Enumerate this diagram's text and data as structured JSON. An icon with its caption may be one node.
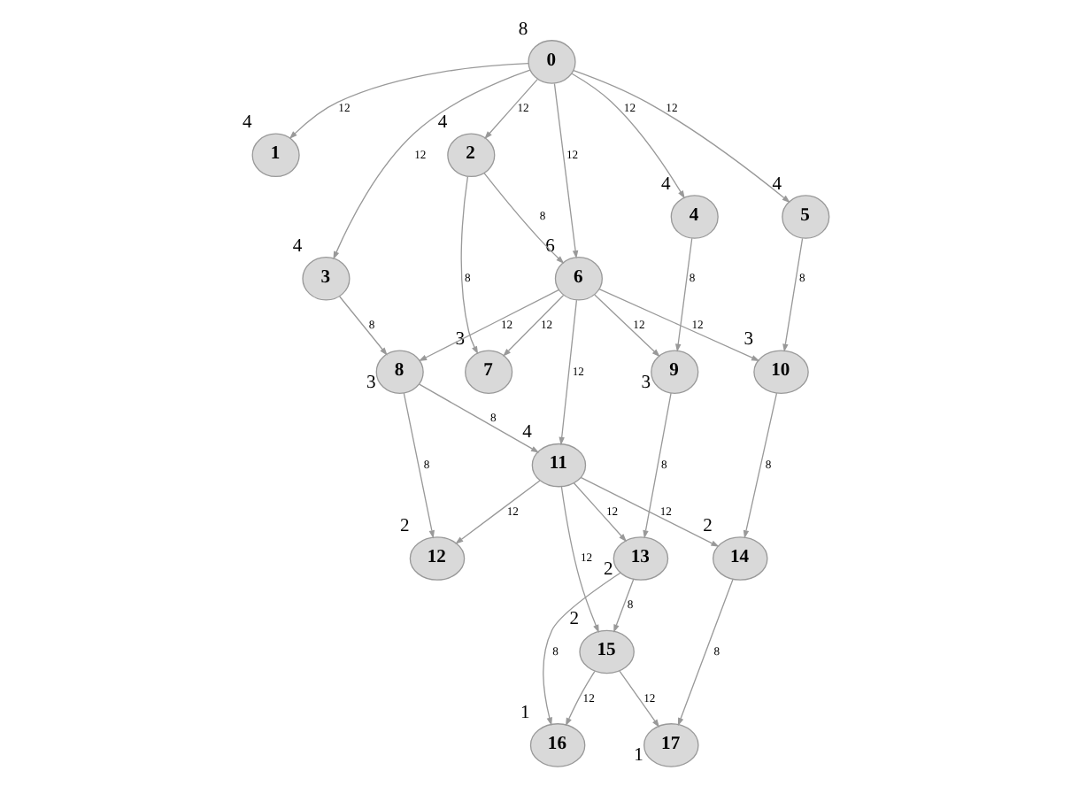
{
  "diagram": {
    "nodes": [
      {
        "text": [
          "0"
        ],
        "beside": [
          "8"
        ]
      },
      {
        "text": [
          "1"
        ],
        "beside": [
          "4"
        ]
      },
      {
        "text": [
          "2"
        ],
        "beside": [
          "4"
        ]
      },
      {
        "text": [
          "3"
        ],
        "beside": [
          "4"
        ]
      },
      {
        "text": [
          "4"
        ],
        "beside": [
          "4"
        ]
      },
      {
        "text": [
          "5"
        ],
        "beside": [
          "4"
        ]
      },
      {
        "text": [
          "6"
        ],
        "beside": [
          "6"
        ]
      },
      {
        "text": [
          "7"
        ],
        "beside": [
          "3"
        ]
      },
      {
        "text": [
          "8"
        ],
        "beside": [
          "3"
        ]
      },
      {
        "text": [
          "9"
        ],
        "beside": [
          "3"
        ]
      },
      {
        "text": [
          "10"
        ],
        "beside": [
          "3"
        ]
      },
      {
        "text": [
          "11"
        ],
        "beside": [
          "4"
        ]
      },
      {
        "text": [
          "12"
        ],
        "beside": [
          "2"
        ]
      },
      {
        "text": [
          "13"
        ],
        "beside": [
          "2"
        ]
      },
      {
        "text": [
          "14"
        ],
        "beside": [
          "2"
        ]
      },
      {
        "text": [
          "15"
        ],
        "beside": [
          "2"
        ]
      },
      {
        "text": [
          "16"
        ],
        "beside": [
          "1"
        ]
      },
      {
        "text": [
          "17"
        ],
        "beside": [
          "1"
        ]
      }
    ],
    "edges": [
      {
        "from": 0,
        "to": 1,
        "arrow": "to",
        "label": "12"
      },
      {
        "from": 0,
        "to": 2,
        "arrow": "to",
        "label": "12"
      },
      {
        "from": 0,
        "to": 3,
        "arrow": "to",
        "label": "12"
      },
      {
        "from": 0,
        "to": 4,
        "arrow": "to",
        "label": "12"
      },
      {
        "from": 0,
        "to": 5,
        "arrow": "to",
        "label": "12"
      },
      {
        "from": 0,
        "to": 6,
        "arrow": "to",
        "label": "12"
      },
      {
        "from": 2,
        "to": 6,
        "arrow": "to",
        "label": "8"
      },
      {
        "from": 2,
        "to": 7,
        "arrow": "to",
        "label": "8"
      },
      {
        "from": 3,
        "to": 8,
        "arrow": "to",
        "label": "8"
      },
      {
        "from": 4,
        "to": 9,
        "arrow": "to",
        "label": "8"
      },
      {
        "from": 5,
        "to": 10,
        "arrow": "to",
        "label": "8"
      },
      {
        "from": 6,
        "to": 7,
        "arrow": "to",
        "label": "12"
      },
      {
        "from": 6,
        "to": 8,
        "arrow": "to",
        "label": "12"
      },
      {
        "from": 6,
        "to": 9,
        "arrow": "to",
        "label": "12"
      },
      {
        "from": 6,
        "to": 10,
        "arrow": "to",
        "label": "12"
      },
      {
        "from": 6,
        "to": 11,
        "arrow": "to",
        "label": "12"
      },
      {
        "from": 8,
        "to": 11,
        "arrow": "to",
        "label": "8"
      },
      {
        "from": 8,
        "to": 12,
        "arrow": "to",
        "label": "8"
      },
      {
        "from": 9,
        "to": 13,
        "arrow": "to",
        "label": "8"
      },
      {
        "from": 10,
        "to": 14,
        "arrow": "to",
        "label": "8"
      },
      {
        "from": 11,
        "to": 12,
        "arrow": "to",
        "label": "12"
      },
      {
        "from": 11,
        "to": 13,
        "arrow": "to",
        "label": "12"
      },
      {
        "from": 11,
        "to": 14,
        "arrow": "to",
        "label": "12"
      },
      {
        "from": 11,
        "to": 15,
        "arrow": "to",
        "label": "12"
      },
      {
        "from": 13,
        "to": 15,
        "arrow": "to",
        "label": "8"
      },
      {
        "from": 13,
        "to": 16,
        "arrow": "to",
        "label": "8"
      },
      {
        "from": 14,
        "to": 17,
        "arrow": "to",
        "label": "8"
      },
      {
        "from": 15,
        "to": 16,
        "arrow": "to",
        "label": "12"
      },
      {
        "from": 15,
        "to": 17,
        "arrow": "to",
        "label": "12"
      }
    ]
  }
}
